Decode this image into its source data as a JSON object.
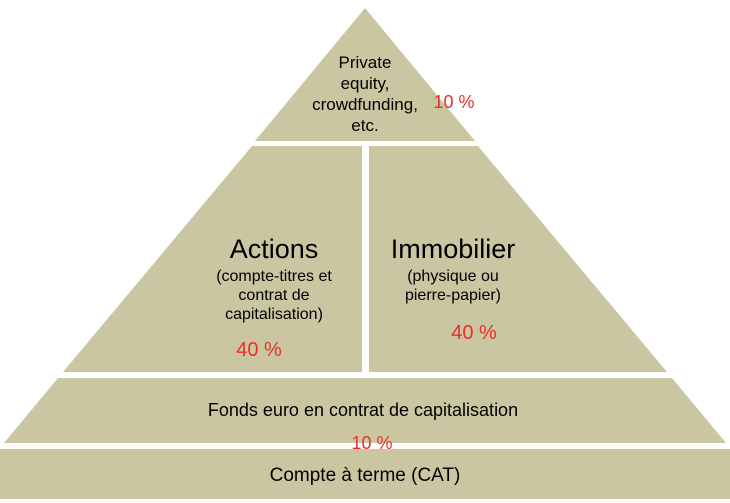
{
  "colors": {
    "segment_fill": "#c9c6a1",
    "percentage_text": "#e8302a",
    "background": "#ffffff"
  },
  "apex": {
    "lines": [
      "Private",
      "equity,",
      "crowdfunding,",
      "etc."
    ],
    "percent": "10 %"
  },
  "actions": {
    "title": "Actions",
    "lines": [
      "(compte-titres et",
      "contrat de",
      "capitalisation)"
    ],
    "percent": "40 %"
  },
  "immobilier": {
    "title": "Immobilier",
    "lines": [
      "(physique ou",
      "pierre-papier)"
    ],
    "percent": "40 %"
  },
  "fonds_euro": {
    "label": "Fonds euro en contrat de capitalisation",
    "percent": "10 %"
  },
  "cat": {
    "label": "Compte à terme (CAT)"
  }
}
